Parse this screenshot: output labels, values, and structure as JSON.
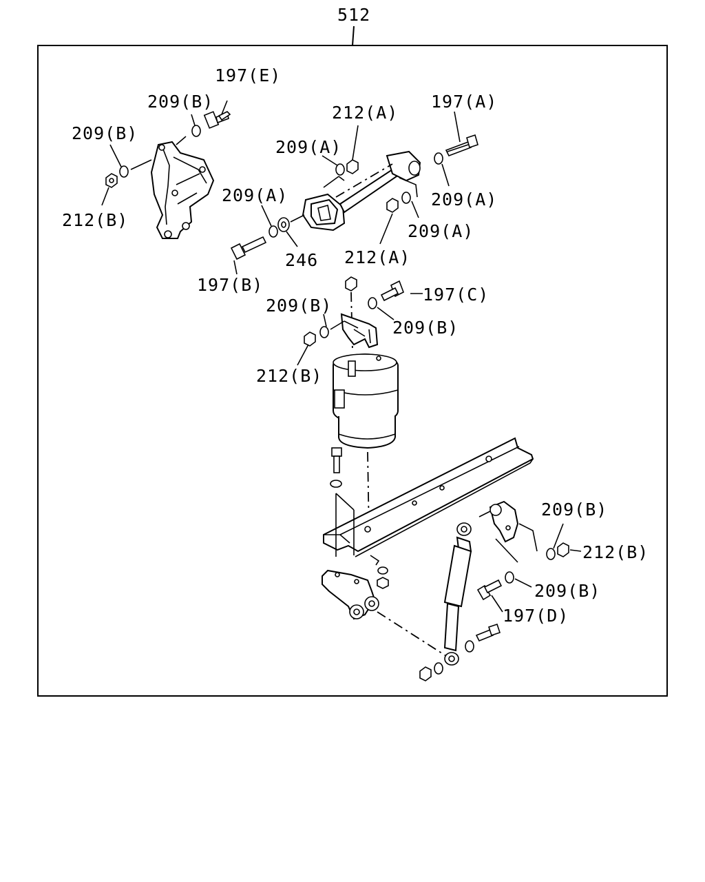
{
  "title_number": "512",
  "callouts": {
    "c197E": "197(E)",
    "c209B_1": "209(B)",
    "c209B_2": "209(B)",
    "c212B_1": "212(B)",
    "c212A_1": "212(A)",
    "c209A_1": "209(A)",
    "c197A": "197(A)",
    "c209A_2": "209(A)",
    "c209A_3": "209(A)",
    "c209A_4": "209(A)",
    "c212A_2": "212(A)",
    "c246": "246",
    "c197B": "197(B)",
    "c197C": "197(C)",
    "c209B_3": "209(B)",
    "c209B_4": "209(B)",
    "c212B_2": "212(B)",
    "c209B_5": "209(B)",
    "c212B_3": "212(B)",
    "c209B_6": "209(B)",
    "c197D": "197(D)"
  }
}
